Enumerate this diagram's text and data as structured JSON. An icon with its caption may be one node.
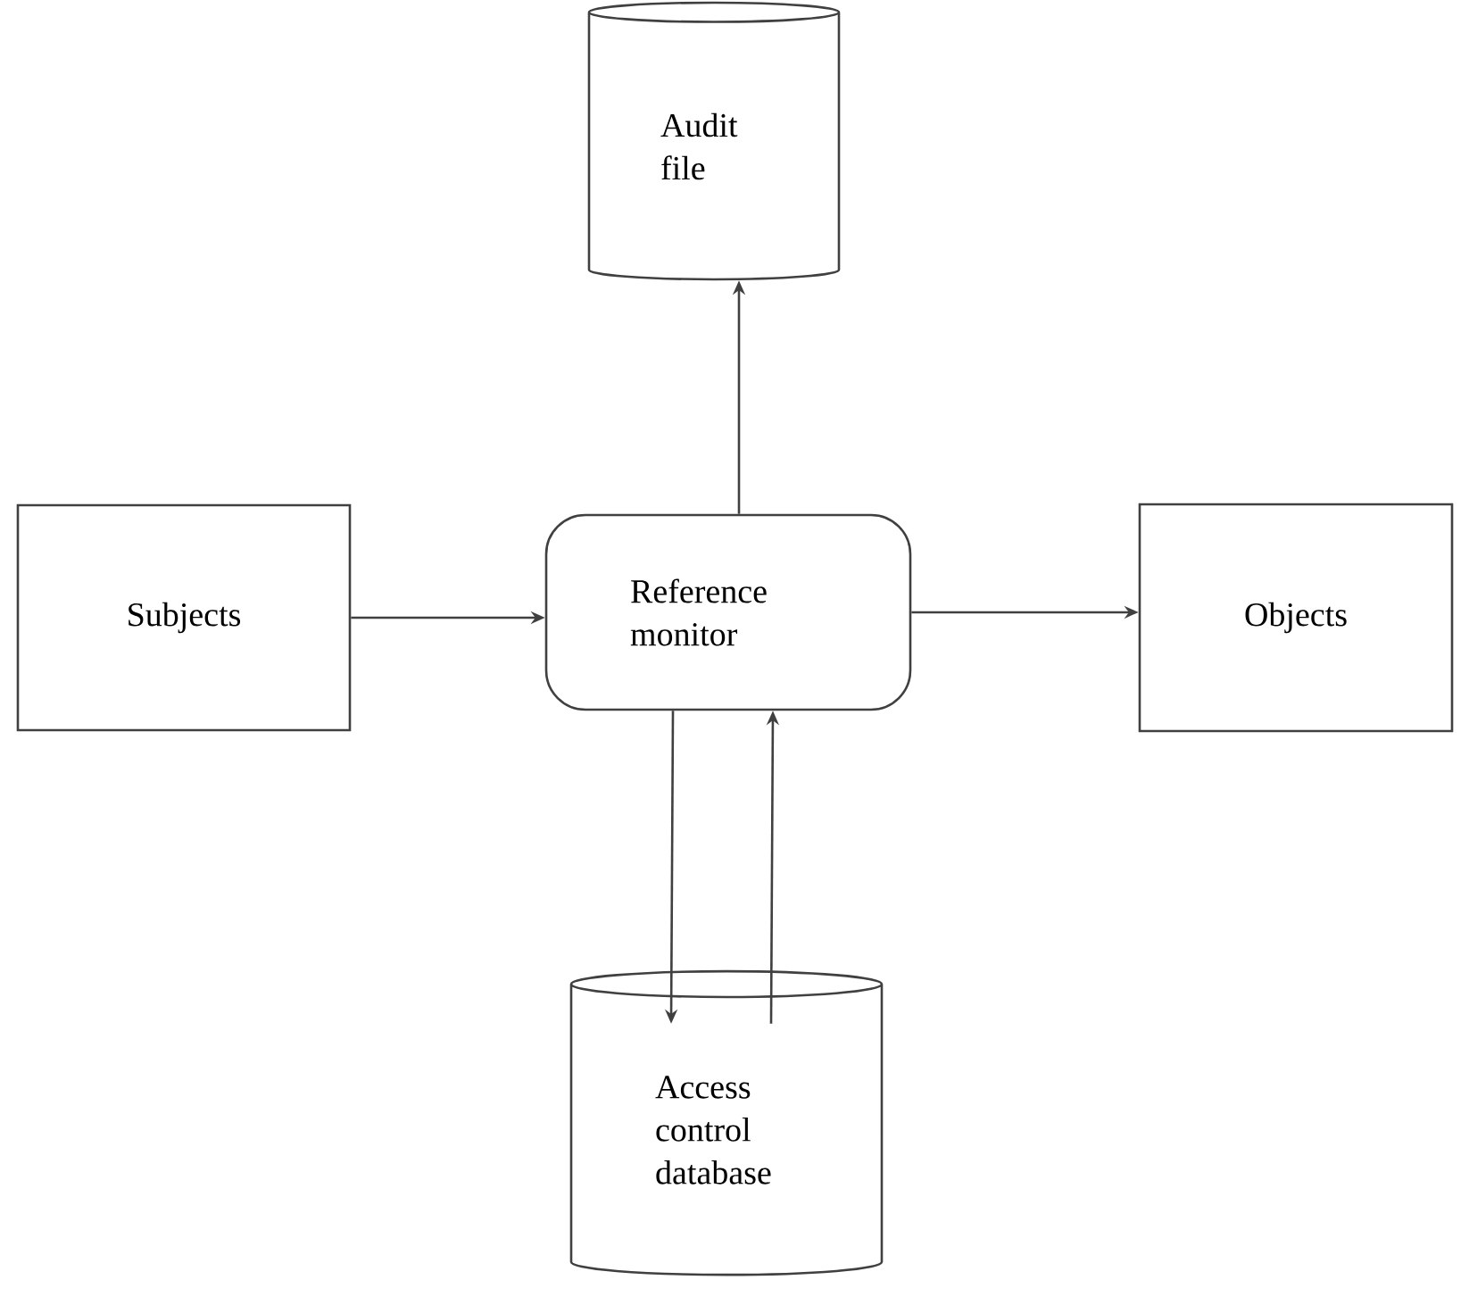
{
  "diagram": {
    "nodes": [
      {
        "text": [
          "Audit file"
        ]
      },
      {
        "text": [
          "Subjects"
        ]
      },
      {
        "text": [
          "Reference monitor"
        ]
      },
      {
        "text": [
          "Objects"
        ]
      },
      {
        "text": [
          "Access control database"
        ]
      }
    ],
    "edges": [
      {
        "from": 1,
        "to": 2,
        "arrow": "to"
      },
      {
        "from": 2,
        "to": 0,
        "arrow": "to"
      },
      {
        "from": 2,
        "to": 3,
        "arrow": "to"
      },
      {
        "from": 2,
        "to": 4,
        "arrow": "to"
      },
      {
        "from": 4,
        "to": 2,
        "arrow": "to"
      }
    ]
  }
}
